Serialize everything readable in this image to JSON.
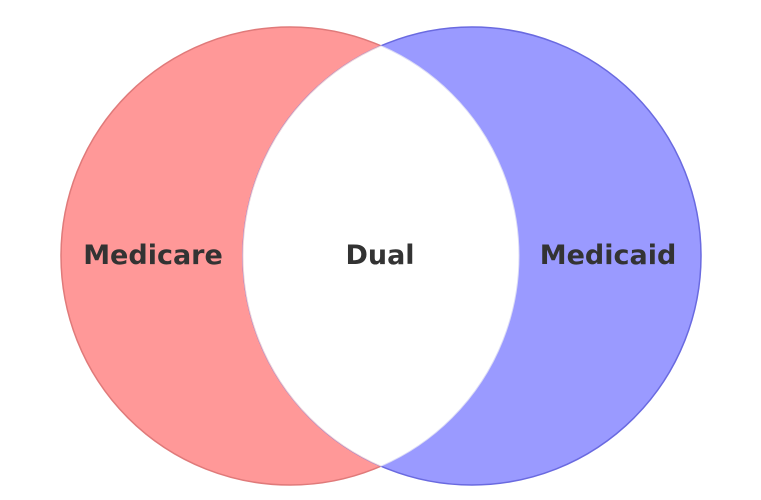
{
  "diagram": {
    "type": "venn",
    "left_set": {
      "label": "Medicare",
      "fill_color": "#ff9898",
      "stroke_color": "#e07a7a"
    },
    "right_set": {
      "label": "Medicaid",
      "fill_color": "#9a9aff",
      "stroke_color": "#6a6ae0"
    },
    "intersection": {
      "label": "Dual",
      "fill_color": "#ffffff"
    },
    "label_color": "#333333"
  }
}
